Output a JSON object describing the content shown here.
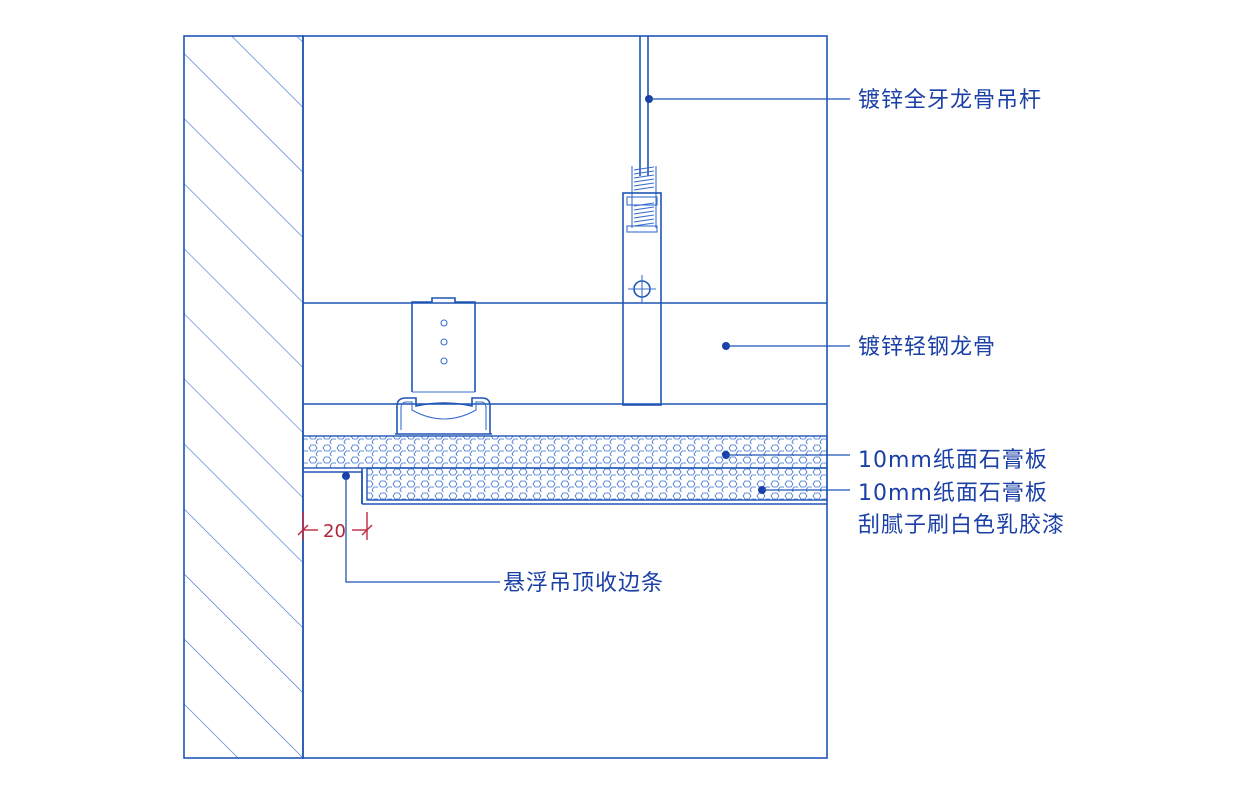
{
  "colors": {
    "line": "#1f55b5",
    "text": "#1a3fa6",
    "dimension": "#b3243c",
    "background": "#ffffff"
  },
  "labels": {
    "rod": "镀锌全牙龙骨吊杆",
    "keel": "镀锌轻钢龙骨",
    "board1": "10mm纸面石膏板",
    "board2": "10mm纸面石膏板",
    "finish": "刮腻子刷白色乳胶漆",
    "edge_strip": "悬浮吊顶收边条"
  },
  "dimension": {
    "gap": "20"
  }
}
